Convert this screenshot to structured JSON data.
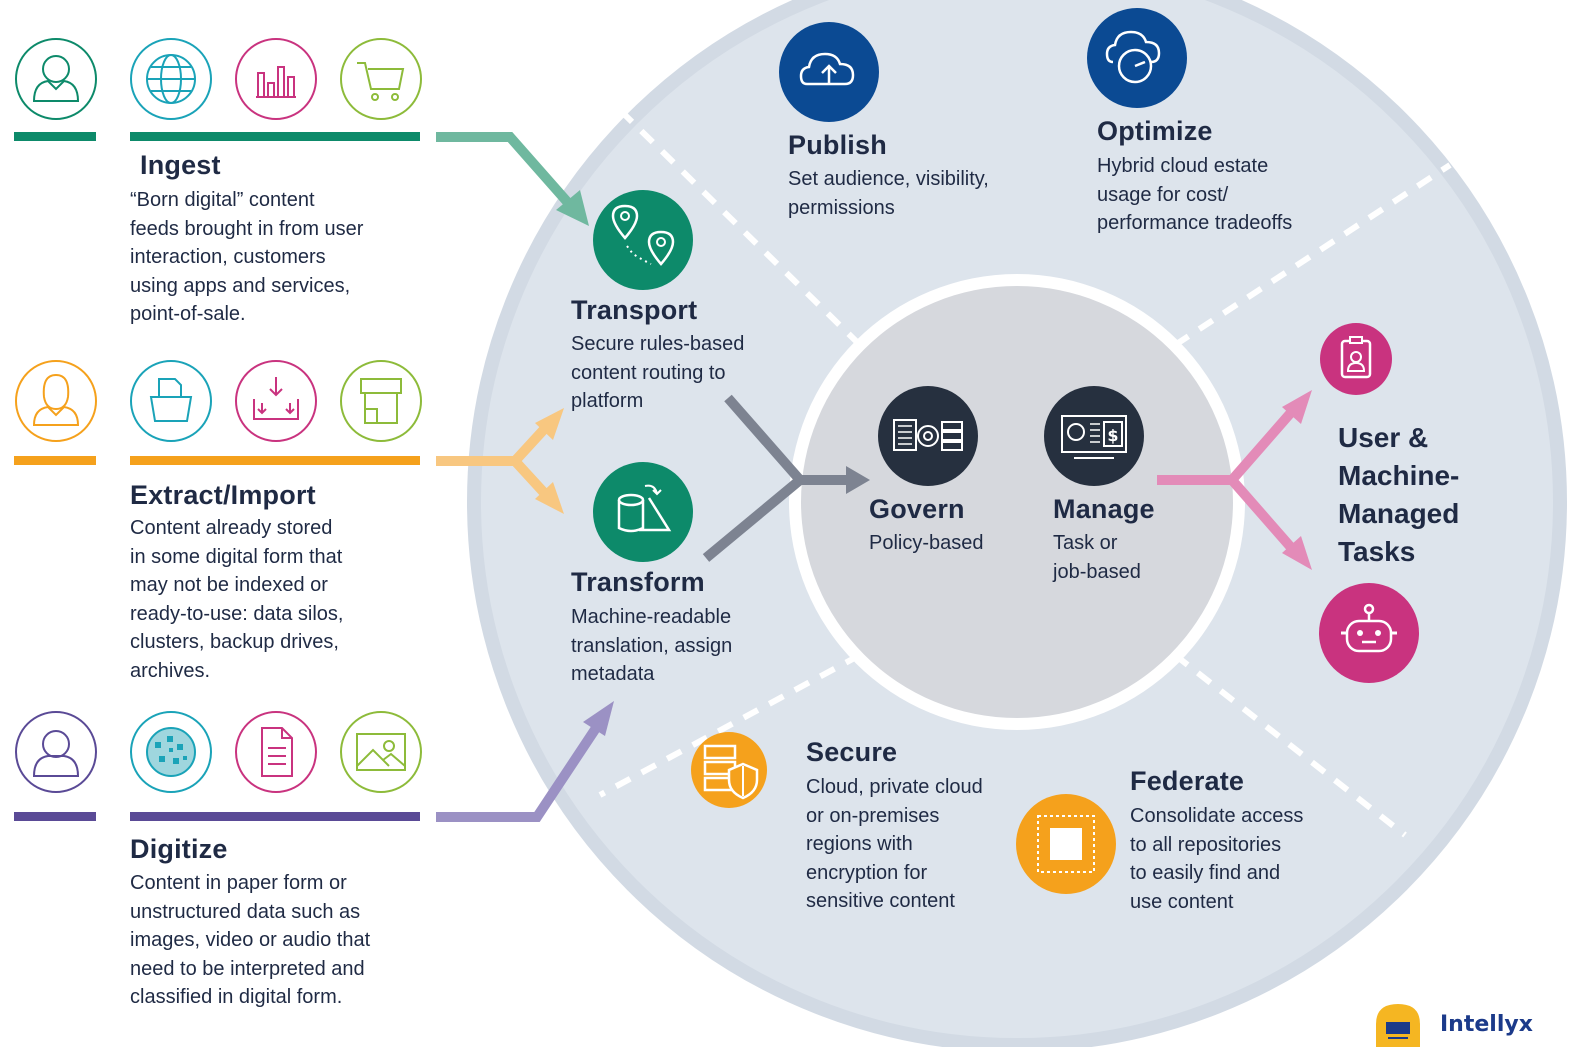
{
  "left": {
    "ingest": {
      "title": "Ingest",
      "body": "“Born digital” content\n feeds brought in from user\n interaction, customers\n using apps and services,\n point-of-sale.",
      "color": "#0d8a6a"
    },
    "extract": {
      "title": "Extract/Import",
      "body": "Content already stored\nin some digital form that\nmay not be indexed or\nready-to-use: data silos,\nclusters, backup drives,\narchives.",
      "color": "#f5a11c"
    },
    "digitize": {
      "title": "Digitize",
      "body": "Content in paper form or\nunstructured data such as\nimages, video or audio that\nneed to be interpreted and\nclassified in digital form.",
      "color": "#5a4a96"
    }
  },
  "ring": {
    "transport": {
      "title": "Transport",
      "body": "Secure rules-based\ncontent routing to\nplatform"
    },
    "transform": {
      "title": "Transform",
      "body": "Machine-readable\ntranslation, assign\nmetadata"
    },
    "publish": {
      "title": "Publish",
      "body": "Set audience, visibility,\npermissions"
    },
    "optimize": {
      "title": "Optimize",
      "body": "Hybrid cloud estate\nusage for cost/\nperformance tradeoffs"
    },
    "secure": {
      "title": "Secure",
      "body": "Cloud, private cloud\nor on-premises\nregions with\nencryption for\nsensitive content"
    },
    "federate": {
      "title": "Federate",
      "body": "Consolidate access\nto all repositories\nto easily find and\nuse content"
    }
  },
  "center": {
    "govern": {
      "title": "Govern",
      "body": "Policy-based"
    },
    "manage": {
      "title": "Manage",
      "body": "Task or\njob-based"
    }
  },
  "output": {
    "title": "User &\nMachine-\nManaged\nTasks",
    "color": "#c9337f"
  },
  "logo": {
    "text": "Intellyx"
  },
  "colors": {
    "green": "#0d8a6a",
    "teal": "#1aa3b8",
    "magenta": "#c9337f",
    "lime": "#8dbb3a",
    "orange": "#f5a11c",
    "purple": "#5a4a96",
    "navy": "#0b4a93",
    "dark": "#26303f",
    "ring_bg": "#dde4ec",
    "center_bg": "#d6d8dd"
  }
}
